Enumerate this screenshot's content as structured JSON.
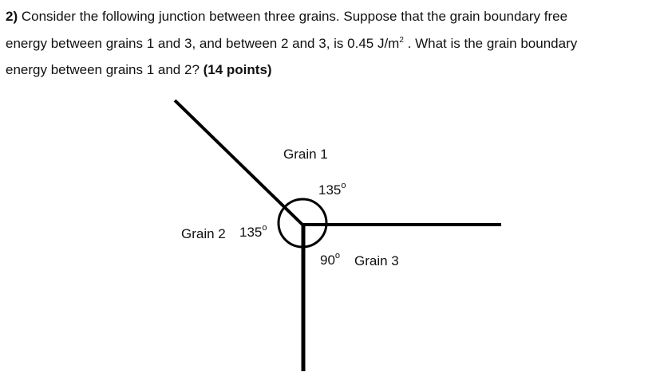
{
  "question": {
    "number": "2)",
    "line1": " Consider the following junction between three grains.  Suppose that the grain boundary free",
    "line2a": "energy between grains 1 and 3, and between 2 and 3, is 0.45 J/m",
    "line2_sup": "2",
    "line2b": " . What is the grain boundary",
    "line3": "energy between grains 1 and 2?  ",
    "points": "(14 points)"
  },
  "diagram": {
    "grain1": "Grain 1",
    "grain2": "Grain 2",
    "grain3": "Grain 3",
    "angle_1_3": "135",
    "angle_1_2": "135",
    "angle_2_3": "90",
    "degree_symbol": "o"
  }
}
